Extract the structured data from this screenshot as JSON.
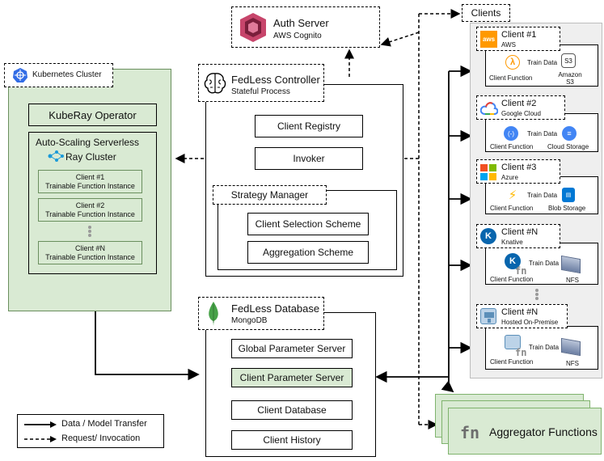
{
  "clients_label": "Clients",
  "auth": {
    "title": "Auth Server",
    "subtitle": "AWS Cognito"
  },
  "k8s": {
    "label": "Kubernetes Cluster",
    "operator": "KubeRay Operator",
    "ray_title_1": "Auto-Scaling Serverless",
    "ray_title_2": "Ray Cluster",
    "instances": [
      {
        "title": "Client #1",
        "subtitle": "Trainable Function Instance"
      },
      {
        "title": "Client #2",
        "subtitle": "Trainable Function Instance"
      },
      {
        "title": "Client #N",
        "subtitle": "Trainable Function Instance"
      }
    ]
  },
  "controller": {
    "title": "FedLess Controller",
    "subtitle": "Stateful Process",
    "registry": "Client Registry",
    "invoker": "Invoker",
    "strategy": "Strategy Manager",
    "selection": "Client Selection Scheme",
    "aggregation": "Aggregation Scheme"
  },
  "database": {
    "title": "FedLess Database",
    "subtitle": "MongoDB",
    "items": [
      "Global Parameter Server",
      "Client Parameter Server",
      "Client Database",
      "Client History"
    ]
  },
  "clients": [
    {
      "title": "Client #1",
      "provider": "AWS",
      "fn": "Client Function",
      "store": "Amazon S3",
      "train": "Train Data",
      "icon": "aws",
      "color": "#ff9900"
    },
    {
      "title": "Client #2",
      "provider": "Google Cloud",
      "fn": "Client Function",
      "store": "Cloud Storage",
      "train": "Train Data",
      "icon": "gcp",
      "color": "#4285f4"
    },
    {
      "title": "Client #3",
      "provider": "Azure",
      "fn": "Client Function",
      "store": "Blob Storage",
      "train": "Train Data",
      "icon": "azure",
      "color": "#0078d4"
    },
    {
      "title": "Client #N",
      "provider": "Knative",
      "fn": "Client Function",
      "store": "NFS",
      "train": "Train Data",
      "icon": "knative",
      "color": "#0865ad"
    },
    {
      "title": "Client #N",
      "provider": "Hosted On-Premise",
      "fn": "Client Function",
      "store": "NFS",
      "train": "Train Data",
      "icon": "onprem",
      "color": "#5b8fb9"
    }
  ],
  "aggregator": {
    "prefix": "fn",
    "label": "Aggregator Functions"
  },
  "legend": {
    "solid": "Data / Model Transfer",
    "dashed": "Request/ Invocation"
  }
}
